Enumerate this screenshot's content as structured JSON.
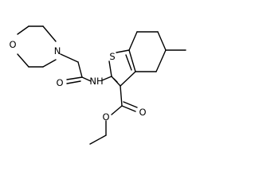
{
  "molecule": {
    "labels": {
      "morpholine_o": "O",
      "morpholine_n": "N",
      "amide_o": "O",
      "amide_nh": "NH",
      "thiophene_s": "S",
      "ester_o_carbonyl": "O",
      "ester_o_ether": "O"
    },
    "colors": {
      "carbon_bond": "#000000",
      "oxygen": "#ff0d0d",
      "nitrogen": "#3050f8",
      "sulfur": "#b8b800",
      "background": "#ffffff"
    }
  }
}
